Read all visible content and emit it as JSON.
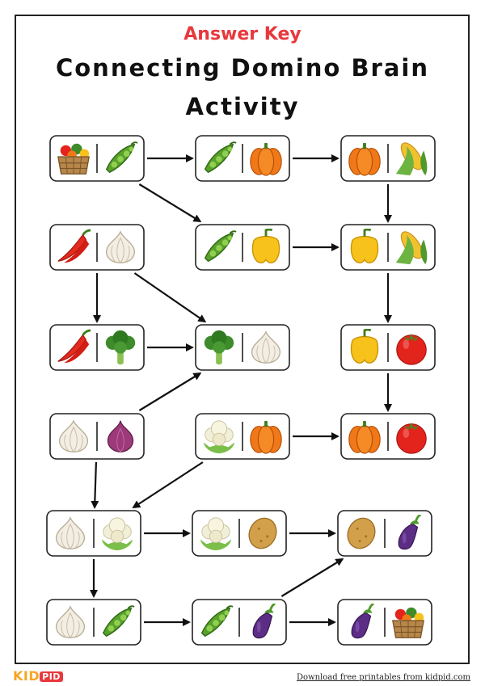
{
  "worksheet": {
    "heading": "Answer Key",
    "title_line1": "Connecting Domino Brain",
    "title_line2": "Activity"
  },
  "footer": {
    "logo_kid": "KID",
    "logo_pid": "PID",
    "credit": "Download free printables from kidpid.com"
  },
  "colors": {
    "heading": "#e8383d",
    "frame": "#222222",
    "arrow": "#111111"
  },
  "dominoes": [
    {
      "id": "d1",
      "left": "vegetable-basket",
      "right": "peas"
    },
    {
      "id": "d2",
      "left": "peas",
      "right": "pumpkin"
    },
    {
      "id": "d3",
      "left": "pumpkin",
      "right": "corn"
    },
    {
      "id": "d4",
      "left": "chili",
      "right": "garlic"
    },
    {
      "id": "d5",
      "left": "peas",
      "right": "bell-pepper"
    },
    {
      "id": "d6",
      "left": "bell-pepper",
      "right": "corn"
    },
    {
      "id": "d7",
      "left": "chili",
      "right": "broccoli"
    },
    {
      "id": "d8",
      "left": "broccoli",
      "right": "garlic"
    },
    {
      "id": "d9",
      "left": "bell-pepper",
      "right": "tomato"
    },
    {
      "id": "d10",
      "left": "garlic",
      "right": "onion"
    },
    {
      "id": "d11",
      "left": "cauliflower",
      "right": "pumpkin"
    },
    {
      "id": "d12",
      "left": "pumpkin",
      "right": "tomato"
    },
    {
      "id": "d13",
      "left": "garlic",
      "right": "cauliflower"
    },
    {
      "id": "d14",
      "left": "cauliflower",
      "right": "potato"
    },
    {
      "id": "d15",
      "left": "potato",
      "right": "eggplant"
    },
    {
      "id": "d16",
      "left": "garlic",
      "right": "peas"
    },
    {
      "id": "d17",
      "left": "peas",
      "right": "eggplant"
    },
    {
      "id": "d18",
      "left": "eggplant",
      "right": "vegetable-basket"
    }
  ],
  "connections": [
    [
      "d1",
      "d2"
    ],
    [
      "d2",
      "d3"
    ],
    [
      "d1",
      "d5"
    ],
    [
      "d3",
      "d6"
    ],
    [
      "d5",
      "d6"
    ],
    [
      "d4",
      "d7"
    ],
    [
      "d4",
      "d8"
    ],
    [
      "d7",
      "d8"
    ],
    [
      "d6",
      "d9"
    ],
    [
      "d10",
      "d8"
    ],
    [
      "d9",
      "d12"
    ],
    [
      "d11",
      "d12"
    ],
    [
      "d10",
      "d13"
    ],
    [
      "d11",
      "d13"
    ],
    [
      "d13",
      "d14"
    ],
    [
      "d14",
      "d15"
    ],
    [
      "d13",
      "d16"
    ],
    [
      "d16",
      "d17"
    ],
    [
      "d17",
      "d18"
    ],
    [
      "d17",
      "d15"
    ]
  ]
}
